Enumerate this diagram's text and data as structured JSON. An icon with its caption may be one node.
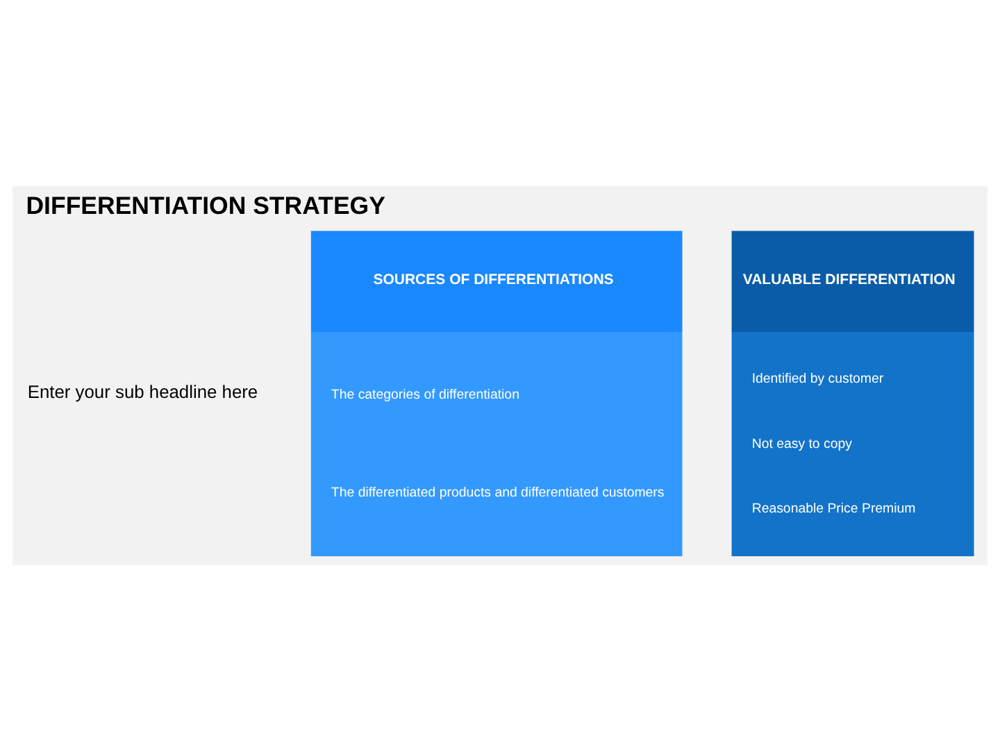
{
  "diagram": {
    "title": "DIFFERENTIATION STRATEGY",
    "nodes": [
      {
        "text": [
          "SOURCES OF DIFFERENTIATIONS",
          "The categories of differentiation",
          "The differentiated products and differentiated customers"
        ]
      },
      {
        "text": [
          "VALUABLE DIFFERENTIATION",
          "Identified by customer",
          "Not easy to copy",
          "Reasonable Price Premium"
        ]
      }
    ],
    "edges": [],
    "labels": [
      "Enter your sub headline here"
    ]
  }
}
